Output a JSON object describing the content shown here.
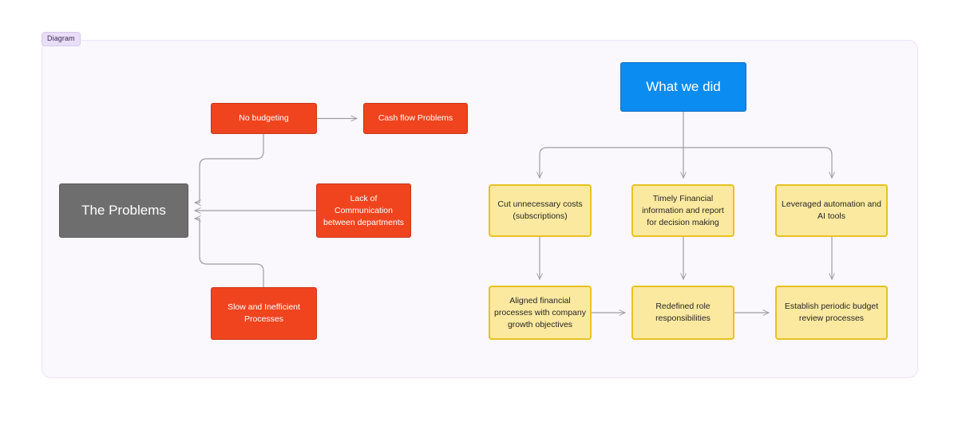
{
  "tab": {
    "label": "Diagram"
  },
  "canvas": {
    "background": "#faf7fd",
    "border_color": "#ece4f6"
  },
  "colors": {
    "problem_fill": "#f0441e",
    "problem_border": "#c8361a",
    "root_problem_fill": "#6e6e6e",
    "action_root_fill": "#0a8cf0",
    "action_fill": "#fce9a0",
    "action_border": "#e8c222",
    "connector": "#9e9e9e"
  },
  "diagram": {
    "type": "flowchart",
    "nodes": [
      {
        "id": "the-problems",
        "label": "The Problems",
        "group": "problems",
        "style": "gray"
      },
      {
        "id": "no-budgeting",
        "label": "No budgeting",
        "group": "problems",
        "style": "red"
      },
      {
        "id": "cash-flow",
        "label": "Cash flow Problems",
        "group": "problems",
        "style": "red"
      },
      {
        "id": "lack-comm",
        "label": "Lack of\nCommunication\nbetween departments",
        "group": "problems",
        "style": "red"
      },
      {
        "id": "slow-processes",
        "label": "Slow and Inefficient\nProcesses",
        "group": "problems",
        "style": "red"
      },
      {
        "id": "what-we-did",
        "label": "What we did",
        "group": "actions",
        "style": "blue"
      },
      {
        "id": "cut-costs",
        "label": "Cut unnecessary costs\n(subscriptions)",
        "group": "actions",
        "style": "yellow"
      },
      {
        "id": "timely-financial",
        "label": "Timely Financial\ninformation and report\nfor decision making",
        "group": "actions",
        "style": "yellow"
      },
      {
        "id": "leveraged-auto",
        "label": "Leveraged automation and\nAI tools",
        "group": "actions",
        "style": "yellow"
      },
      {
        "id": "aligned-financial",
        "label": "Aligned financial\nprocesses with company\ngrowth objectives",
        "group": "actions",
        "style": "yellow"
      },
      {
        "id": "redefined-role",
        "label": "Redefined role\nresponsibilities",
        "group": "actions",
        "style": "yellow"
      },
      {
        "id": "establish-review",
        "label": "Establish periodic budget\nreview processes",
        "group": "actions",
        "style": "yellow"
      }
    ],
    "edges": [
      {
        "from": "no-budgeting",
        "to": "cash-flow"
      },
      {
        "from": "no-budgeting",
        "to": "the-problems"
      },
      {
        "from": "lack-comm",
        "to": "the-problems"
      },
      {
        "from": "slow-processes",
        "to": "the-problems"
      },
      {
        "from": "what-we-did",
        "to": "cut-costs"
      },
      {
        "from": "what-we-did",
        "to": "timely-financial"
      },
      {
        "from": "what-we-did",
        "to": "leveraged-auto"
      },
      {
        "from": "cut-costs",
        "to": "aligned-financial"
      },
      {
        "from": "timely-financial",
        "to": "redefined-role"
      },
      {
        "from": "leveraged-auto",
        "to": "establish-review"
      },
      {
        "from": "aligned-financial",
        "to": "redefined-role"
      },
      {
        "from": "redefined-role",
        "to": "establish-review"
      }
    ]
  }
}
